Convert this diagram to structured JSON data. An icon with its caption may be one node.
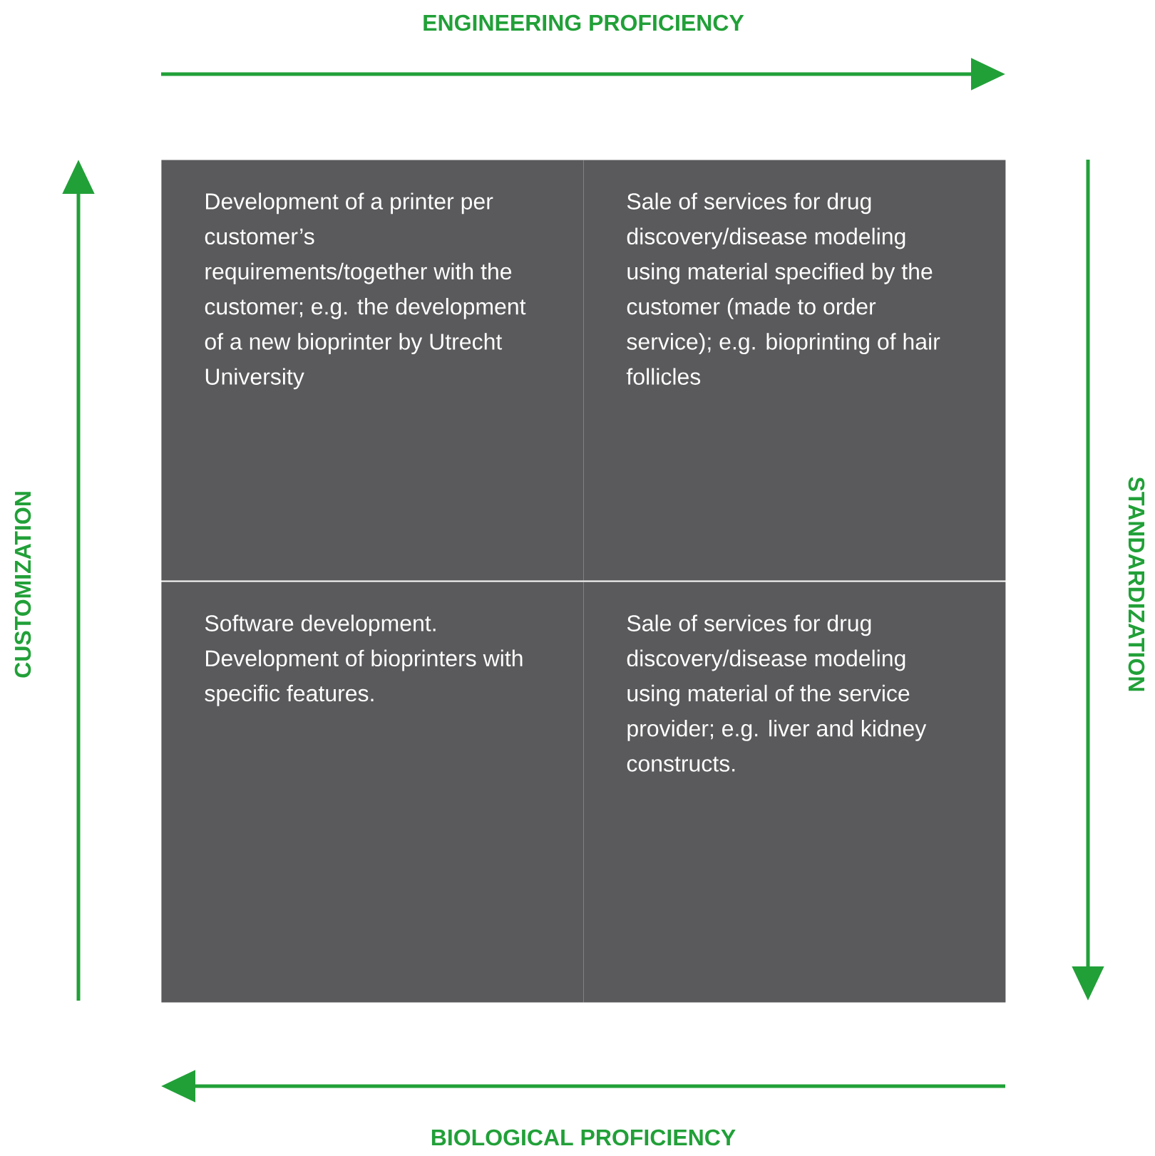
{
  "diagram": {
    "nodes": [
      {
        "text": [
          "Development of a printer per customer’s requirements/together with the customer; e.g. the development of a new bioprinter by Utrecht University"
        ]
      },
      {
        "text": [
          "Sale of services for drug discovery/disease modeling using material specified by the customer (made to order service); e.g. bioprinting of hair follicles"
        ]
      },
      {
        "text": [
          "Software development. Development of bioprinters with specific features."
        ]
      },
      {
        "text": [
          "Sale of services for drug discovery/disease modeling using material of the service provider; e.g. liver and kidney constructs."
        ]
      }
    ],
    "labels": [
      "ENGINEERING PROFICIENCY",
      "CUSTOMIZATION",
      "STANDARDIZATION",
      "BIOLOGICAL PROFICIENCY"
    ]
  }
}
